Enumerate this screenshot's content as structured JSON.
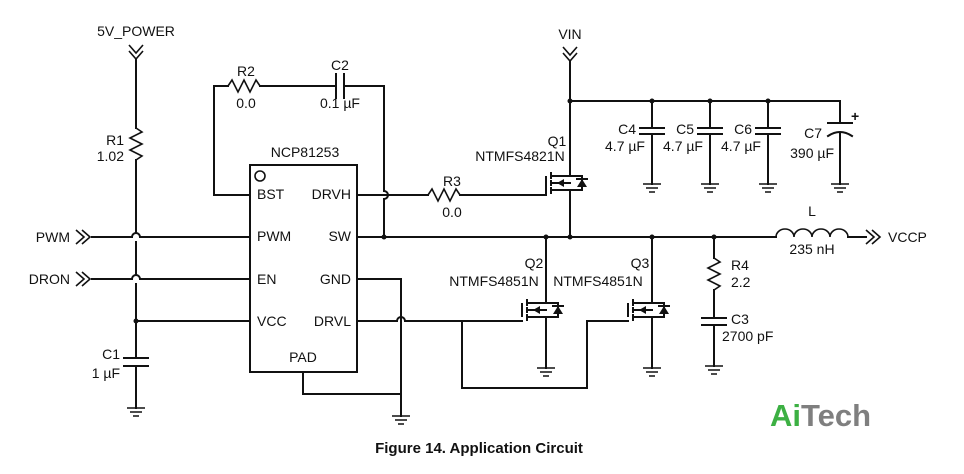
{
  "caption": "Figure 14. Application Circuit",
  "watermark": {
    "text_a": "Ai",
    "text_b": "Tech",
    "color_a": "#3cb043",
    "color_b": "#7f7f7f"
  },
  "ic": {
    "name": "NCP81253",
    "pins": {
      "bst": "BST",
      "pwm": "PWM",
      "en": "EN",
      "vcc": "VCC",
      "drvh": "DRVH",
      "sw": "SW",
      "gnd": "GND",
      "drvl": "DRVL",
      "pad": "PAD"
    }
  },
  "nets": {
    "power_5v": "5V_POWER",
    "vin": "VIN",
    "pwm": "PWM",
    "dron": "DRON",
    "vccp": "VCCP"
  },
  "components": {
    "r1": {
      "ref": "R1",
      "value": "1.02"
    },
    "r2": {
      "ref": "R2",
      "value": "0.0"
    },
    "r3": {
      "ref": "R3",
      "value": "0.0"
    },
    "r4": {
      "ref": "R4",
      "value": "2.2"
    },
    "c1": {
      "ref": "C1",
      "value": "1 µF"
    },
    "c2": {
      "ref": "C2",
      "value": "0.1 µF"
    },
    "c3": {
      "ref": "C3",
      "value": "2700 pF"
    },
    "c4": {
      "ref": "C4",
      "value": "4.7 µF"
    },
    "c5": {
      "ref": "C5",
      "value": "4.7 µF"
    },
    "c6": {
      "ref": "C6",
      "value": "4.7 µF"
    },
    "c7": {
      "ref": "C7",
      "value": "390 µF",
      "polarity": "+"
    },
    "q1": {
      "ref": "Q1",
      "part": "NTMFS4821N"
    },
    "q2": {
      "ref": "Q2",
      "part": "NTMFS4851N"
    },
    "q3": {
      "ref": "Q3",
      "part": "NTMFS4851N"
    },
    "l": {
      "ref": "L",
      "value": "235 nH"
    }
  }
}
